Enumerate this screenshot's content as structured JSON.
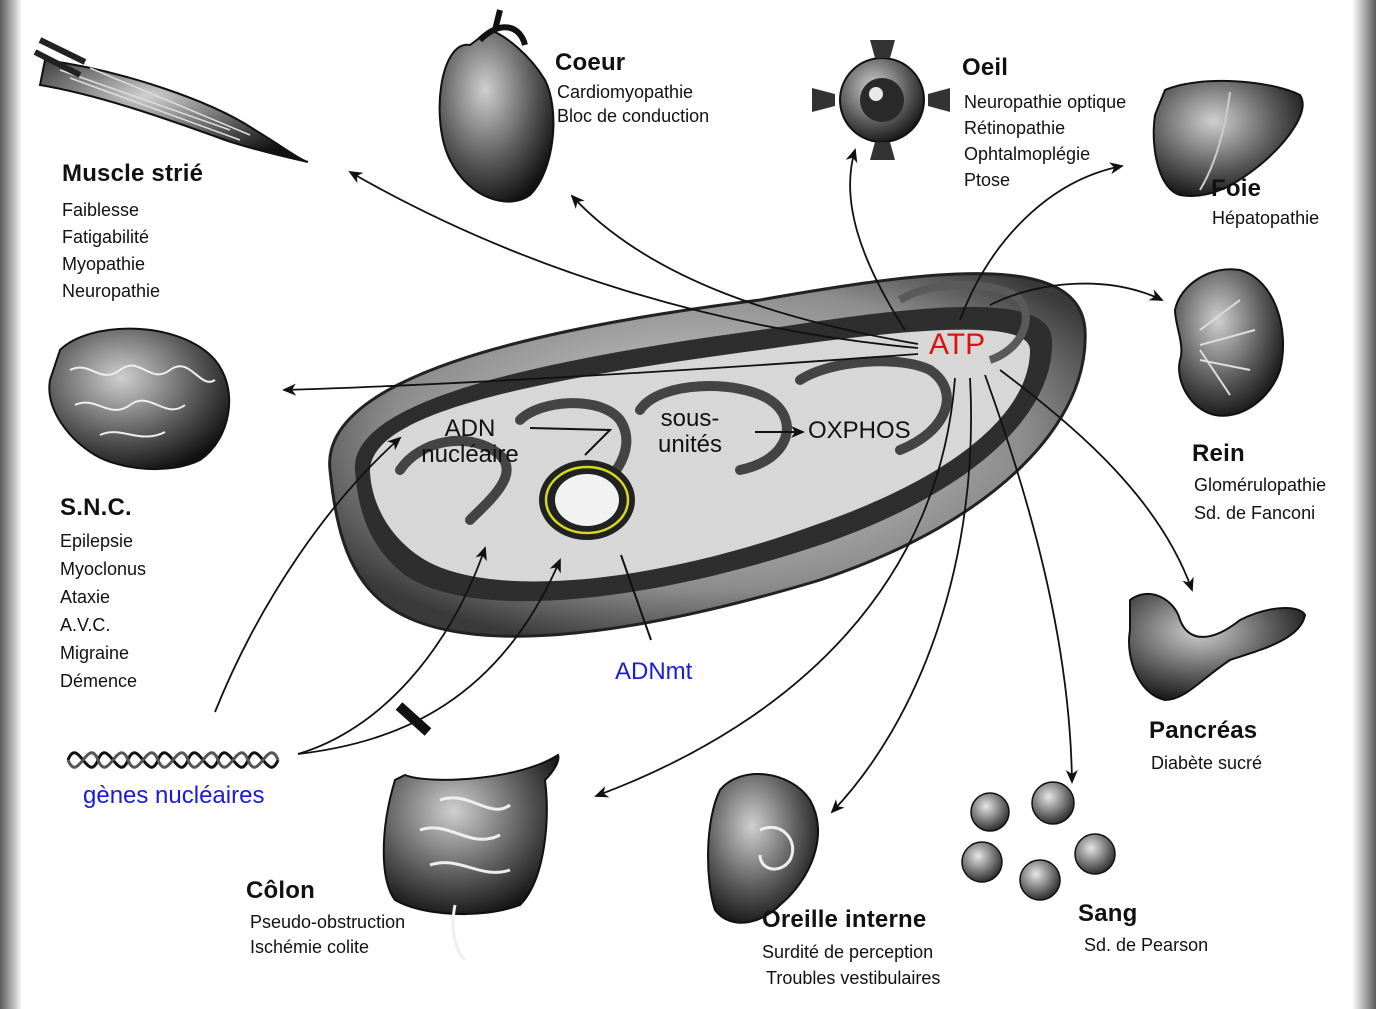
{
  "center": {
    "atp": "ATP",
    "adn_nucleaire_line1": "ADN",
    "adn_nucleaire_line2": "nucléaire",
    "sous_unites_line1": "sous-",
    "sous_unites_line2": "unités",
    "oxphos": "OXPHOS",
    "adnmt": "ADNmt",
    "genes_nucleaires": "gènes nucléaires"
  },
  "organs": {
    "muscle": {
      "title": "Muscle strié",
      "symptoms": [
        "Faiblesse",
        "Fatigabilité",
        "Myopathie",
        "Neuropathie"
      ]
    },
    "coeur": {
      "title": "Coeur",
      "symptoms": [
        "Cardiomyopathie",
        "Bloc de conduction"
      ]
    },
    "oeil": {
      "title": "Oeil",
      "symptoms": [
        "Neuropathie optique",
        "Rétinopathie",
        "Ophtalmoplégie",
        "Ptose"
      ]
    },
    "foie": {
      "title": "Foie",
      "symptoms": [
        "Hépatopathie"
      ]
    },
    "rein": {
      "title": "Rein",
      "symptoms": [
        "Glomérulopathie",
        "Sd. de Fanconi"
      ]
    },
    "snc": {
      "title": "S.N.C.",
      "symptoms": [
        "Epilepsie",
        "Myoclonus",
        "Ataxie",
        "A.V.C.",
        "Migraine",
        "Démence"
      ]
    },
    "pancreas": {
      "title": "Pancréas",
      "symptoms": [
        "Diabète sucré"
      ]
    },
    "colon": {
      "title": "Côlon",
      "symptoms": [
        "Pseudo-obstruction",
        "Ischémie colite"
      ]
    },
    "oreille": {
      "title": "Oreille interne",
      "symptoms": [
        "Surdité de perception",
        "Troubles vestibulaires"
      ]
    },
    "sang": {
      "title": "Sang",
      "symptoms": [
        "Sd. de Pearson"
      ]
    }
  },
  "colors": {
    "atp": "#e01010",
    "genes": "#1a1adc",
    "adnmt": "#1a1adc",
    "mtdna_ring": "#d8d820"
  },
  "icons": [
    "muscle-illustration",
    "heart-illustration",
    "eye-illustration",
    "liver-illustration",
    "brain-illustration",
    "kidney-illustration",
    "mitochondrion-illustration",
    "dna-helix-illustration",
    "pancreas-illustration",
    "colon-illustration",
    "ear-illustration",
    "blood-cells-illustration"
  ]
}
